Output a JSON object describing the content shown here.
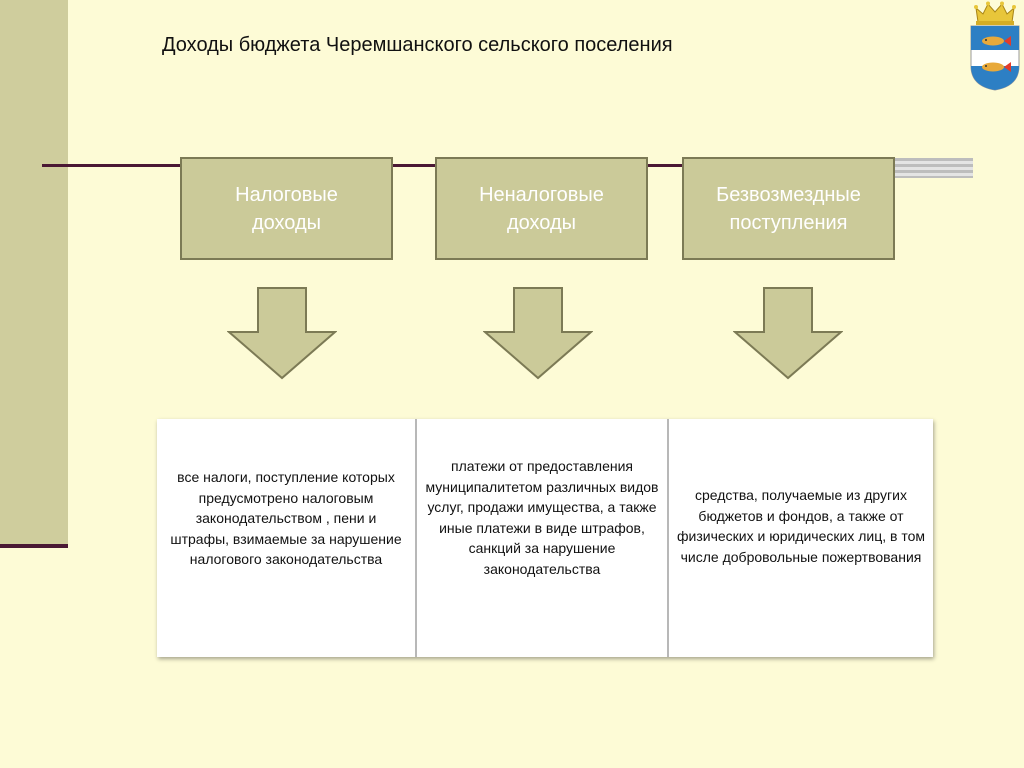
{
  "title": "Доходы  бюджета Черемшанского сельского поселения",
  "colors": {
    "background": "#fdfbd6",
    "band": "#cfcd9d",
    "line": "#4a1834",
    "box_fill": "#cbca99",
    "box_border": "#7c7a55",
    "box_text": "#ffffff",
    "arrow_fill": "#cbca99"
  },
  "emblem": {
    "icon": "coat-of-arms-icon"
  },
  "categories": [
    {
      "label": "Налоговые\nдоходы"
    },
    {
      "label": "Неналоговые\nдоходы"
    },
    {
      "label": "Безвозмездные\nпоступления"
    }
  ],
  "descriptions": [
    {
      "text": "все налоги, поступление которых предусмотрено налоговым законодательством , пени и штрафы, взимаемые за нарушение налогового законодательства"
    },
    {
      "text": "платежи от предоставления муниципалитетом различных видов услуг, продажи имущества, а также иные платежи в виде штрафов, санкций за нарушение законодательства"
    },
    {
      "text": "средства, получаемые из других бюджетов и фондов, а также  от физических и юридических лиц, в том числе добровольные пожертвования"
    }
  ]
}
